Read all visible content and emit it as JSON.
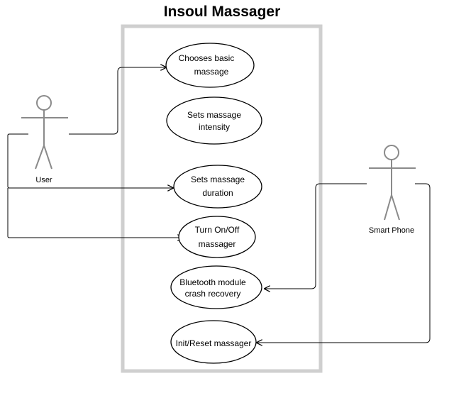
{
  "title": "Insoul Massager",
  "actors": {
    "user": "User",
    "phone": "Smart Phone"
  },
  "use_cases": {
    "uc1": [
      "Chooses basic",
      "massage"
    ],
    "uc2": [
      "Sets massage",
      "intensity"
    ],
    "uc3": [
      "Sets massage",
      "duration"
    ],
    "uc4": [
      "Turn On/Off",
      "massager"
    ],
    "uc5": [
      "Bluetooth module",
      "crash recovery"
    ],
    "uc6": [
      "Init/Reset massager"
    ]
  },
  "colors": {
    "boundary": "#cfcfcf",
    "actor": "#8a8a8a",
    "line": "#000000"
  }
}
